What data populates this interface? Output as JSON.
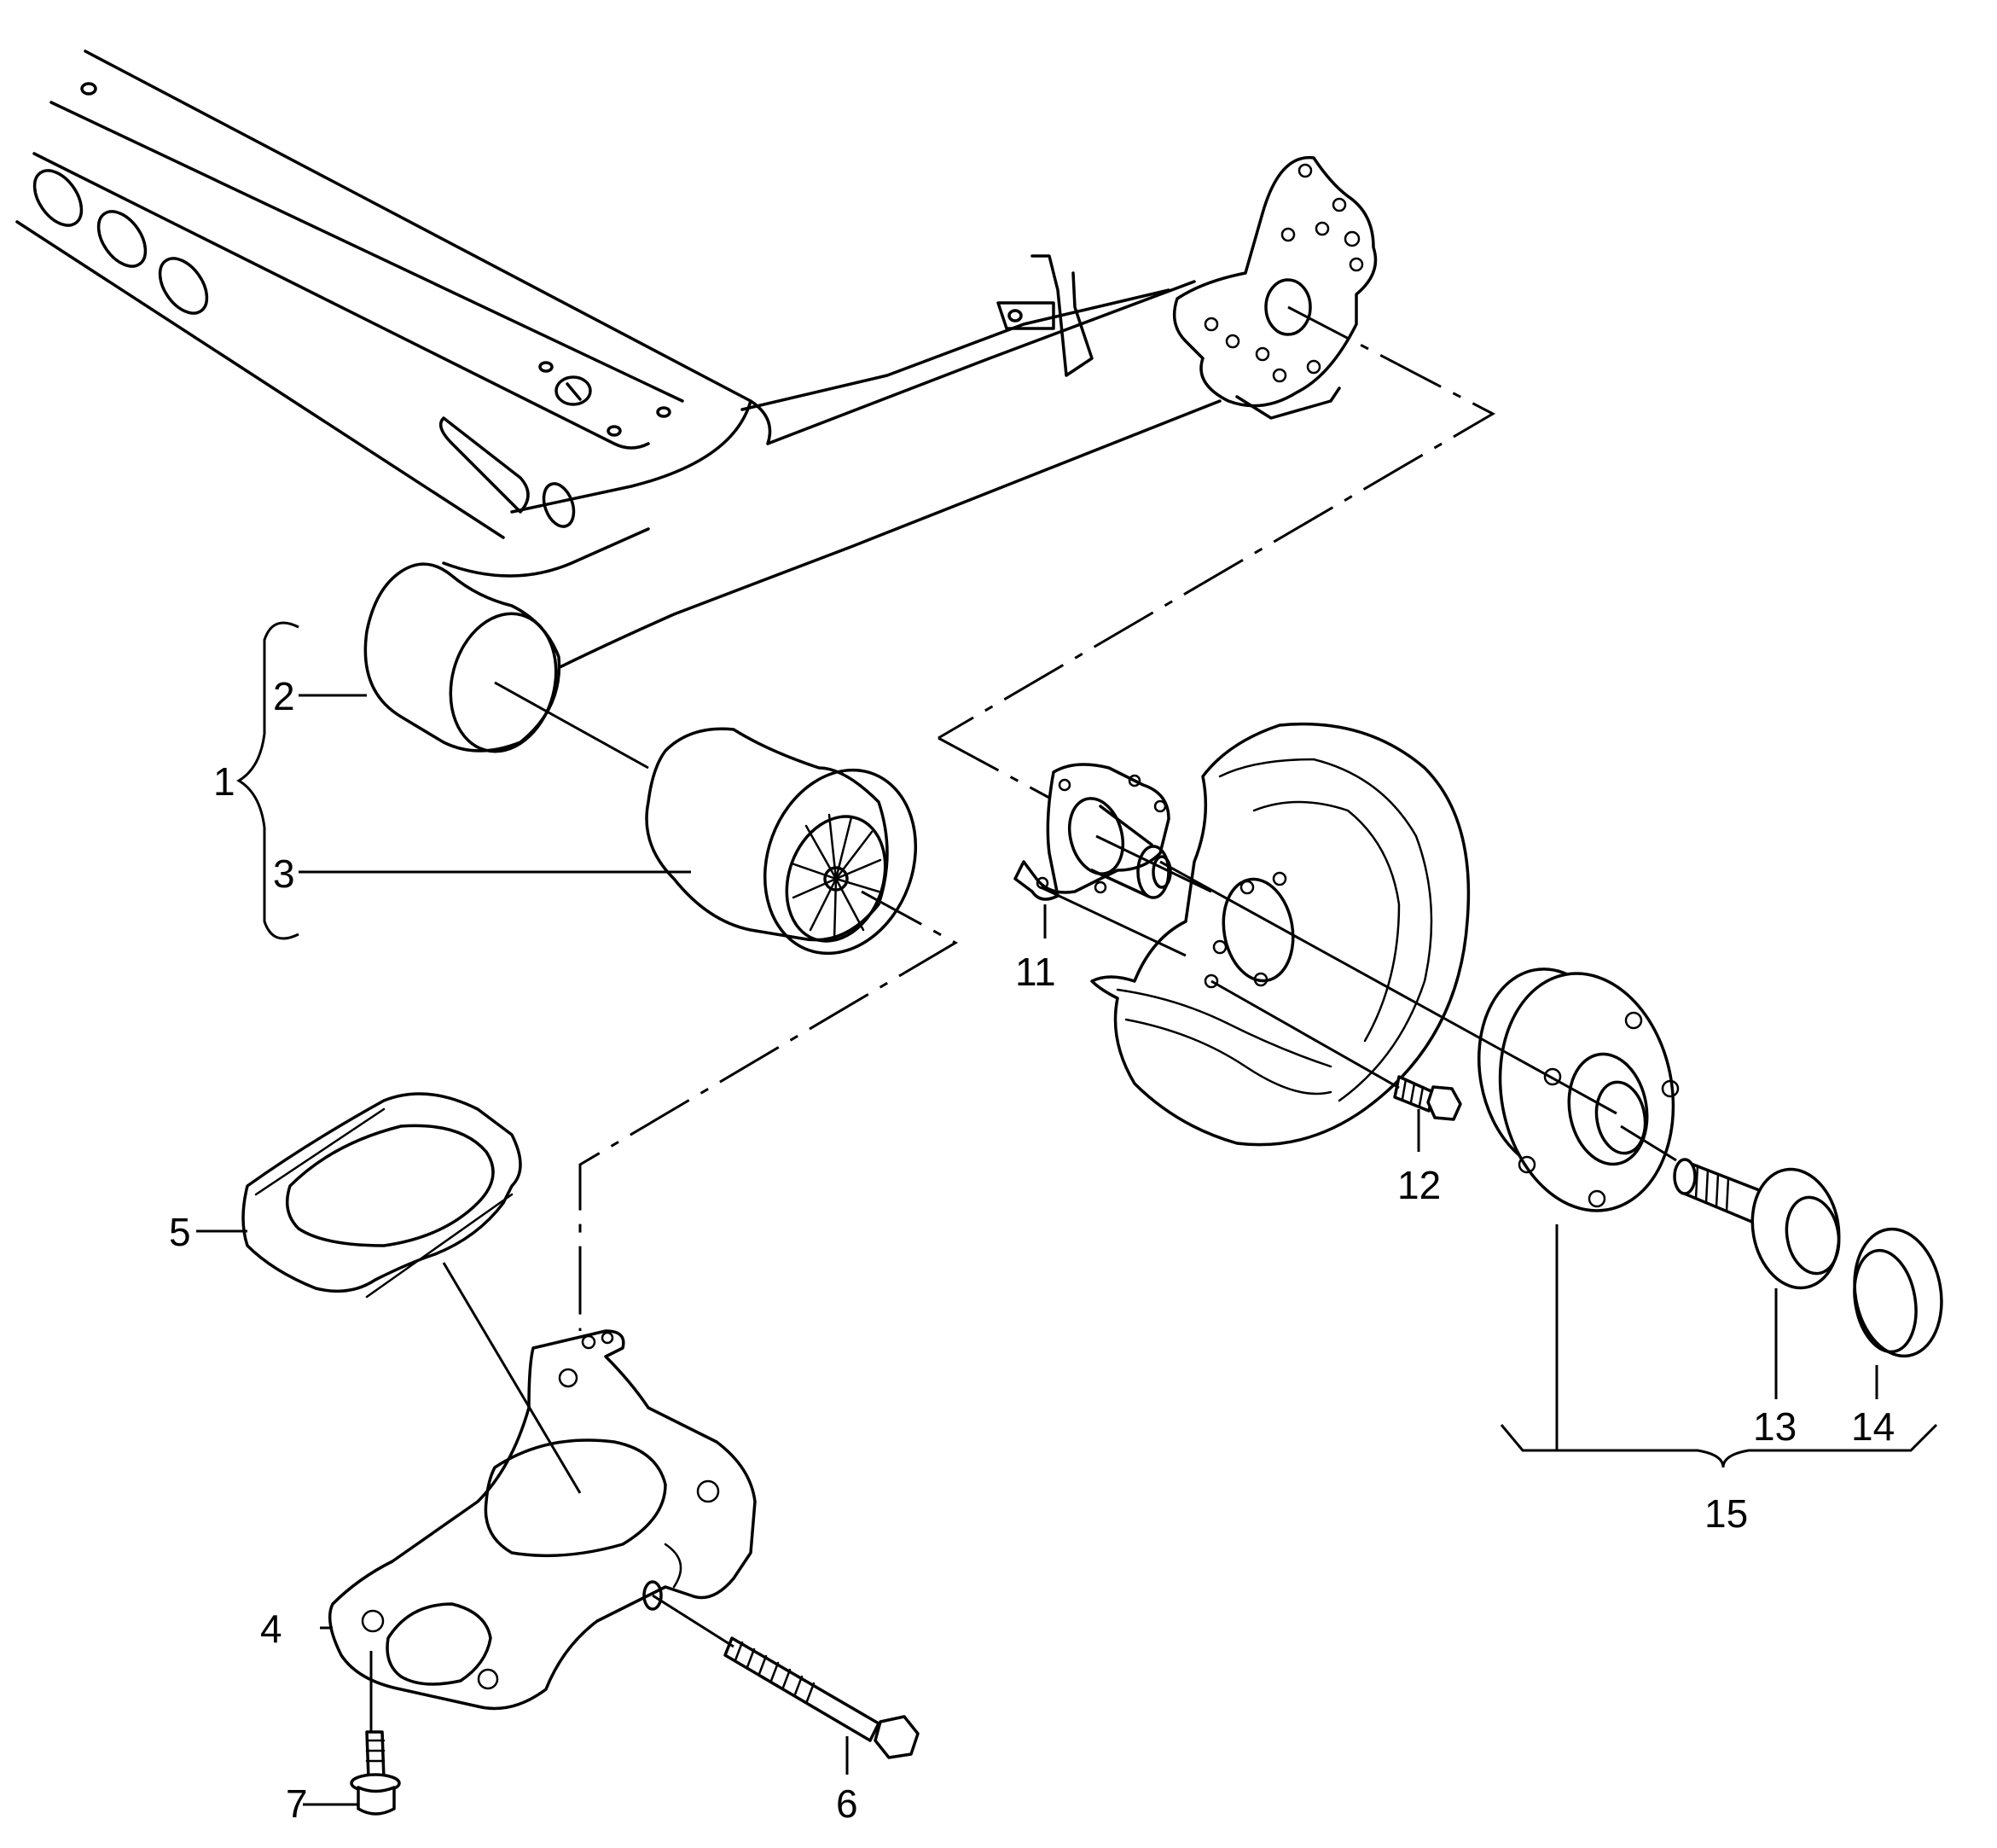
{
  "callouts": [
    {
      "id": "1",
      "label": "1"
    },
    {
      "id": "2",
      "label": "2"
    },
    {
      "id": "3",
      "label": "3"
    },
    {
      "id": "4",
      "label": "4"
    },
    {
      "id": "5",
      "label": "5"
    },
    {
      "id": "6",
      "label": "6"
    },
    {
      "id": "7",
      "label": "7"
    },
    {
      "id": "11",
      "label": "11"
    },
    {
      "id": "12",
      "label": "12"
    },
    {
      "id": "13",
      "label": "13"
    },
    {
      "id": "14",
      "label": "14"
    },
    {
      "id": "15",
      "label": "15"
    }
  ],
  "colors": {
    "line": "#000000",
    "background": "#ffffff"
  }
}
